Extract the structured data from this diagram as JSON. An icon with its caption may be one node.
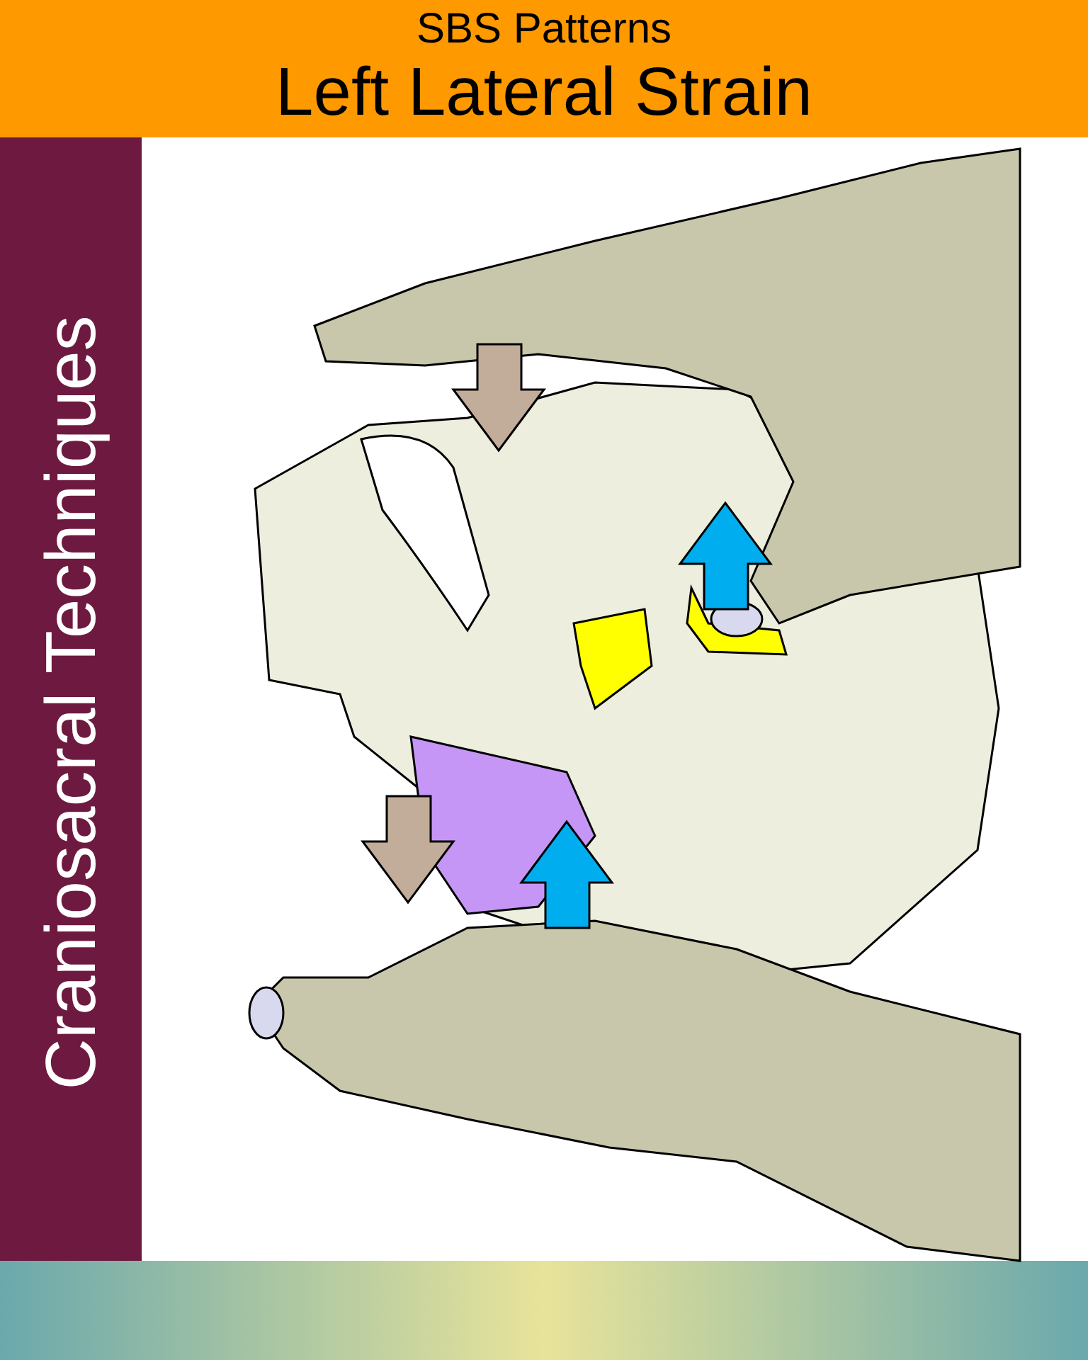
{
  "diagram": {
    "title": "Left Lateral Strain",
    "labels": [
      "SBS Patterns",
      "Craniosacral Techniques"
    ]
  }
}
